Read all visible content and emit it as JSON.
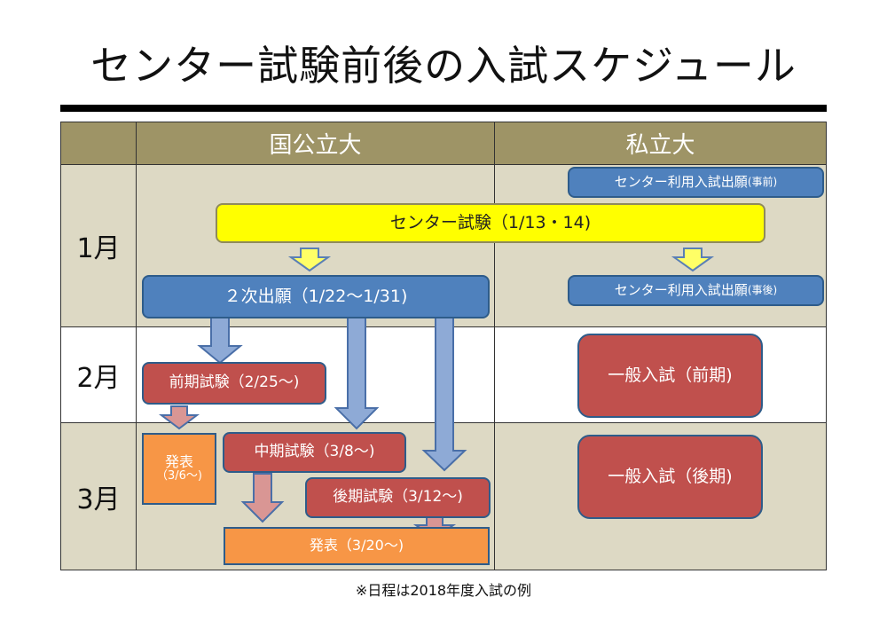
{
  "title": "センター試験前後の入試スケジュール",
  "header": {
    "national": "国公立大",
    "private": "私立大"
  },
  "months": {
    "jan": "1月",
    "feb": "2月",
    "mar": "3月"
  },
  "boxes": {
    "center_app_before": {
      "main": "センター利用入試出願",
      "suffix": "(事前)"
    },
    "center_exam": "センター試験（1/13・14)",
    "second_app": "２次出願（1/22〜1/31)",
    "center_app_after": {
      "main": "センター利用入試出願",
      "suffix": "(事後)"
    },
    "early_exam": "前期試験（2/25〜)",
    "private_early": "一般入試（前期)",
    "announce_early": {
      "main": "発表",
      "sub": "（3/6〜)"
    },
    "middle_exam": "中期試験（3/8〜)",
    "late_exam": "後期試験（3/12〜)",
    "private_late": "一般入試（後期)",
    "announce_late": "発表（3/20〜)"
  },
  "colors": {
    "header": "#9e9466",
    "beige": "#ddd9c4",
    "blue": "#4f81bd",
    "yellow": "#ffff00",
    "red": "#c0504d",
    "orange": "#f79646",
    "arrow_blue": "#8eaad6",
    "arrow_red": "#d99694",
    "arrow_yellow": "#ffff66"
  },
  "note": "※日程は2018年度入試の例"
}
